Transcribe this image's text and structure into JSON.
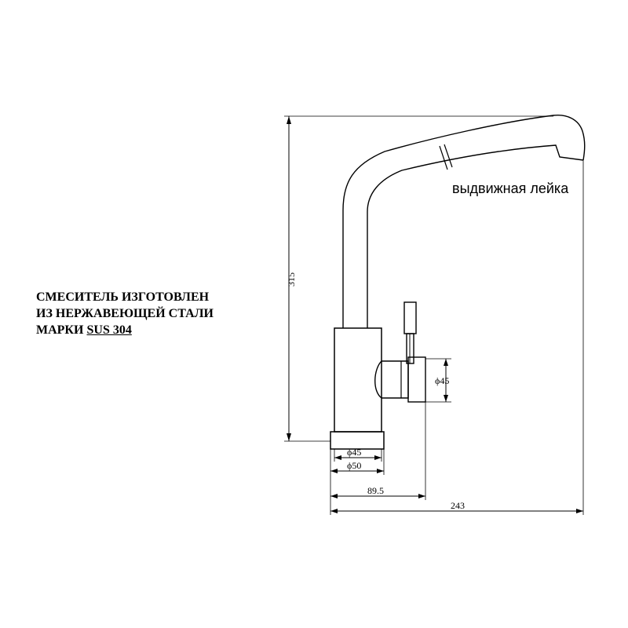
{
  "note": {
    "line1": "СМЕСИТЕЛЬ ИЗГОТОВЛЕН",
    "line2": "ИЗ НЕРЖАВЕЮЩЕЙ СТАЛИ",
    "line3_prefix": "МАРКИ ",
    "line3_grade": "SUS 304"
  },
  "callout": {
    "pullout_spray": "выдвижная лейка"
  },
  "dimensions": {
    "height": "315",
    "handle_diameter": "ϕ45",
    "body_diameter": "ϕ45",
    "base_diameter": "ϕ50",
    "handle_offset": "89.5",
    "reach": "243"
  }
}
